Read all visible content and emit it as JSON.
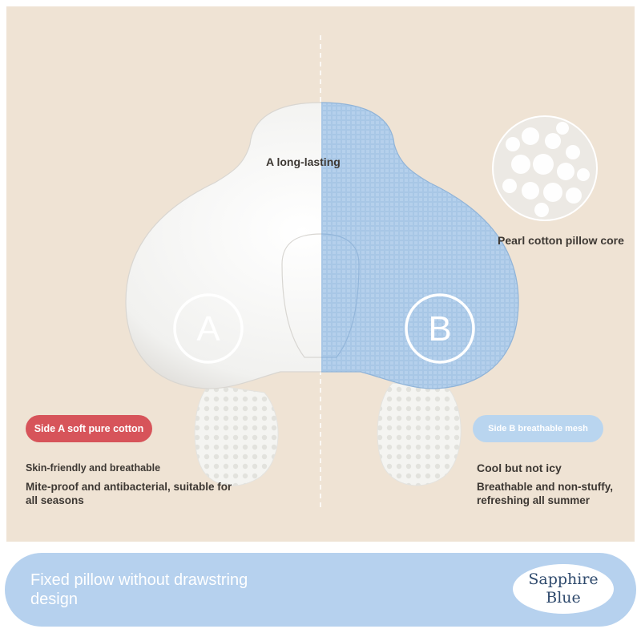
{
  "product": {
    "caption_top": "A long-lasting",
    "core_label": "Pearl cotton pillow core",
    "side_a": {
      "letter": "A",
      "tag": "Side A soft pure cotton",
      "feature_1": "Skin-friendly and breathable",
      "feature_2": "Mite-proof and antibacterial, suitable for all seasons"
    },
    "side_b": {
      "letter": "B",
      "tag": "Side B breathable mesh",
      "feature_1": "Cool but not icy",
      "feature_2": "Breathable and non-stuffy, refreshing all summer"
    }
  },
  "banner": {
    "text": "Fixed pillow without drawstring design",
    "color_name": "Sapphire Blue"
  },
  "colors": {
    "background": "#efe3d4",
    "side_a_tag": "#d7545a",
    "side_b_tag": "#b9d5ef",
    "mesh_blue": "#a8c7e6",
    "banner": "#b6d1ee",
    "text_dark": "#3d3833"
  }
}
